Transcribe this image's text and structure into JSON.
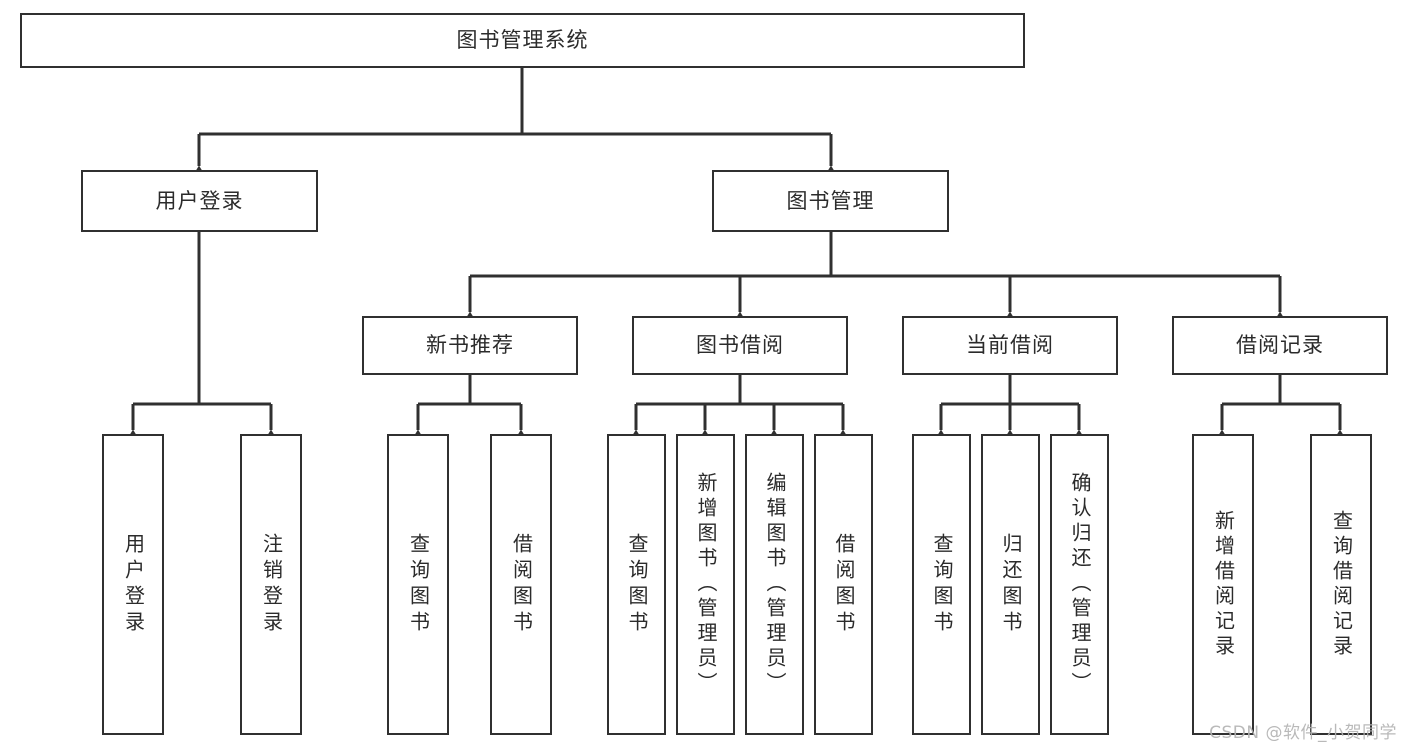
{
  "diagram": {
    "type": "tree-hierarchy-chart",
    "title_node": "图书管理系统",
    "watermark": "CSDN @软件_小贺同学",
    "colors": {
      "box_border": "#303030",
      "box_fill": "#ffffff",
      "text": "#2b2b2b",
      "connector": "#303030",
      "watermark": "#b4b4b4",
      "background": "#ffffff"
    },
    "levels": {
      "root": "图书管理系统",
      "level2": [
        "用户登录",
        "图书管理"
      ],
      "level3": [
        "新书推荐",
        "图书借阅",
        "当前借阅",
        "借阅记录"
      ]
    },
    "nodes": {
      "root": {
        "label": "图书管理系统"
      },
      "user_login": {
        "label": "用户登录"
      },
      "book_manage": {
        "label": "图书管理"
      },
      "new_book_rec": {
        "label": "新书推荐"
      },
      "book_borrow": {
        "label": "图书借阅"
      },
      "current_borrow": {
        "label": "当前借阅"
      },
      "borrow_record": {
        "label": "借阅记录"
      },
      "leaf_user_login": {
        "label": "用户登录"
      },
      "leaf_user_logout": {
        "label": "注销登录"
      },
      "leaf_query_book_1": {
        "label": "查询图书"
      },
      "leaf_borrow_book_1": {
        "label": "借阅图书"
      },
      "leaf_query_book_2": {
        "label": "查询图书"
      },
      "leaf_add_book": {
        "label": "新增图书（管理员）"
      },
      "leaf_edit_book": {
        "label": "编辑图书（管理员）"
      },
      "leaf_borrow_book_2": {
        "label": "借阅图书"
      },
      "leaf_query_book_3": {
        "label": "查询图书"
      },
      "leaf_return_book": {
        "label": "归还图书"
      },
      "leaf_confirm_return": {
        "label": "确认归还（管理员）"
      },
      "leaf_add_record": {
        "label": "新增借阅记录"
      },
      "leaf_query_record": {
        "label": "查询借阅记录"
      }
    },
    "edges": [
      {
        "from": "图书管理系统",
        "to": "用户登录"
      },
      {
        "from": "图书管理系统",
        "to": "图书管理"
      },
      {
        "from": "用户登录",
        "to": "用户登录"
      },
      {
        "from": "用户登录",
        "to": "注销登录"
      },
      {
        "from": "图书管理",
        "to": "新书推荐"
      },
      {
        "from": "图书管理",
        "to": "图书借阅"
      },
      {
        "from": "图书管理",
        "to": "当前借阅"
      },
      {
        "from": "图书管理",
        "to": "借阅记录"
      },
      {
        "from": "新书推荐",
        "to": "查询图书"
      },
      {
        "from": "新书推荐",
        "to": "借阅图书"
      },
      {
        "from": "图书借阅",
        "to": "查询图书"
      },
      {
        "from": "图书借阅",
        "to": "新增图书（管理员）"
      },
      {
        "from": "图书借阅",
        "to": "编辑图书（管理员）"
      },
      {
        "from": "图书借阅",
        "to": "借阅图书"
      },
      {
        "from": "当前借阅",
        "to": "查询图书"
      },
      {
        "from": "当前借阅",
        "to": "归还图书"
      },
      {
        "from": "当前借阅",
        "to": "确认归还（管理员）"
      },
      {
        "from": "借阅记录",
        "to": "新增借阅记录"
      },
      {
        "from": "借阅记录",
        "to": "查询借阅记录"
      }
    ]
  }
}
